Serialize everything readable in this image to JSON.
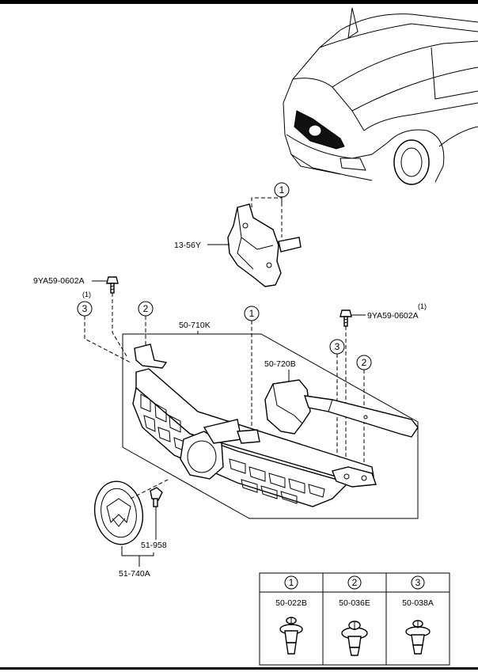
{
  "diagram": {
    "parts": {
      "bracket": "13-56Y",
      "bolt_left": "9YA59-0602A",
      "bolt_left_qty": "(1)",
      "bolt_right": "9YA59-0602A",
      "bolt_right_qty": "(1)",
      "grille": "50-710K",
      "cover": "50-720B",
      "clip_emblem": "51-958",
      "emblem": "51-740A"
    },
    "refs": {
      "r1": "1",
      "r2": "2",
      "r3": "3"
    },
    "legend": {
      "col1_ref": "1",
      "col1_part": "50-022B",
      "col2_ref": "2",
      "col2_part": "50-036E",
      "col3_ref": "3",
      "col3_part": "50-038A"
    }
  }
}
